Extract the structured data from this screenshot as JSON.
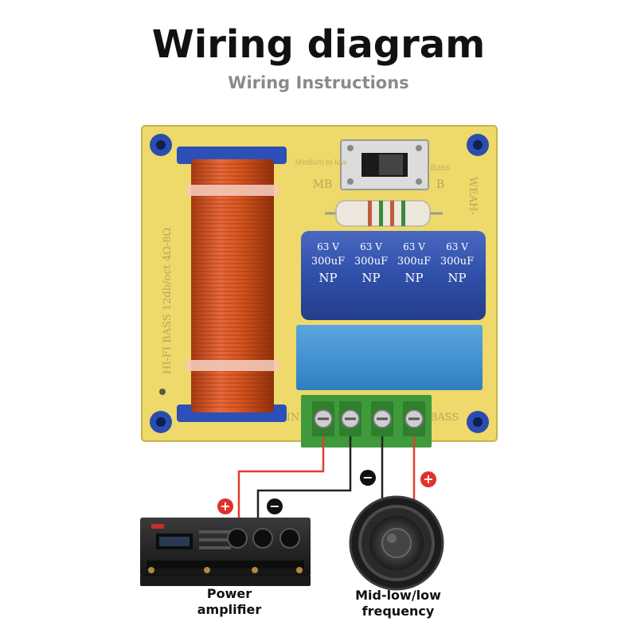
{
  "header": {
    "title": "Wiring diagram",
    "subtitle": "Wiring Instructions"
  },
  "board": {
    "switch_left": "Medium to low",
    "switch_left_code": "MB",
    "switch_right": "Bass",
    "switch_right_code": "B",
    "side_print": "HI-FI BASS 12db/oct 4Ω-8Ω",
    "side_print_right": "WEAH-",
    "terminal_left": "IN",
    "terminal_right": "BASS",
    "capacitors": [
      {
        "voltage": "63 V",
        "capacitance": "300uF",
        "type": "NP"
      },
      {
        "voltage": "63 V",
        "capacitance": "300uF",
        "type": "NP"
      },
      {
        "voltage": "63 V",
        "capacitance": "300uF",
        "type": "NP"
      },
      {
        "voltage": "63 V",
        "capacitance": "300uF",
        "type": "NP"
      }
    ]
  },
  "polarity": {
    "positive": "+",
    "negative": "−"
  },
  "devices": {
    "amplifier": {
      "line1": "Power",
      "line2": "amplifier"
    },
    "speaker": {
      "line1": "Mid-low/low",
      "line2": "frequency"
    }
  },
  "colors": {
    "board": "#eed96a",
    "coil": "#d4541e",
    "capacitor": "#2f4fa8",
    "box_capacitor": "#3e8fd0",
    "terminal": "#3e9a3a",
    "wire_red": "#e23c2f",
    "wire_black": "#222222",
    "badge_red": "#e0312a"
  }
}
